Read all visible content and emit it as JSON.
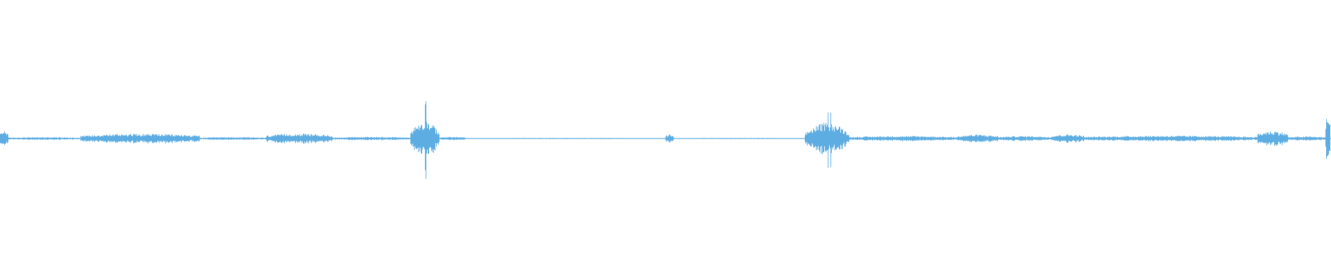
{
  "waveform": {
    "color": "#5dade2",
    "background": "#ffffff",
    "sections": [
      {
        "t0": 0.0,
        "t1": 0.006,
        "amp": 0.06,
        "spikes": 0
      },
      {
        "t0": 0.006,
        "t1": 0.06,
        "amp": 0.01,
        "spikes": 0
      },
      {
        "t0": 0.06,
        "t1": 0.15,
        "amp": 0.035,
        "spikes": 0
      },
      {
        "t0": 0.15,
        "t1": 0.2,
        "amp": 0.01,
        "spikes": 0
      },
      {
        "t0": 0.2,
        "t1": 0.25,
        "amp": 0.035,
        "spikes": 0
      },
      {
        "t0": 0.25,
        "t1": 0.308,
        "amp": 0.012,
        "spikes": 0
      },
      {
        "t0": 0.308,
        "t1": 0.33,
        "amp": 0.13,
        "spikes": 0.41
      },
      {
        "t0": 0.33,
        "t1": 0.35,
        "amp": 0.012,
        "spikes": 0
      },
      {
        "t0": 0.35,
        "t1": 0.5,
        "amp": 0.004,
        "spikes": 0
      },
      {
        "t0": 0.5,
        "t1": 0.506,
        "amp": 0.03,
        "spikes": 0
      },
      {
        "t0": 0.506,
        "t1": 0.605,
        "amp": 0.004,
        "spikes": 0
      },
      {
        "t0": 0.605,
        "t1": 0.638,
        "amp": 0.115,
        "spikes": 0.24
      },
      {
        "t0": 0.638,
        "t1": 0.72,
        "amp": 0.018,
        "spikes": 0
      },
      {
        "t0": 0.72,
        "t1": 0.75,
        "amp": 0.028,
        "spikes": 0
      },
      {
        "t0": 0.75,
        "t1": 0.79,
        "amp": 0.018,
        "spikes": 0
      },
      {
        "t0": 0.79,
        "t1": 0.815,
        "amp": 0.03,
        "spikes": 0
      },
      {
        "t0": 0.815,
        "t1": 0.945,
        "amp": 0.02,
        "spikes": 0
      },
      {
        "t0": 0.945,
        "t1": 0.968,
        "amp": 0.055,
        "spikes": 0
      },
      {
        "t0": 0.968,
        "t1": 0.996,
        "amp": 0.015,
        "spikes": 0
      },
      {
        "t0": 0.996,
        "t1": 1.0,
        "amp": 0.17,
        "spikes": 0
      }
    ]
  }
}
